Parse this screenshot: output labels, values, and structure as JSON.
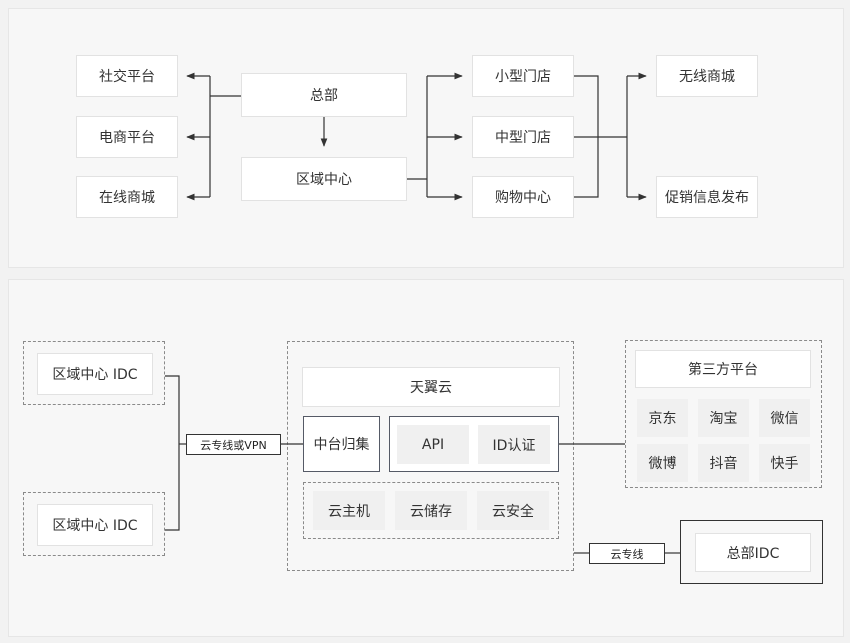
{
  "org": {
    "left": [
      "社交平台",
      "电商平台",
      "在线商城"
    ],
    "hq": "总部",
    "region": "区域中心",
    "stores": [
      "小型门店",
      "中型门店",
      "购物中心"
    ],
    "right": [
      "无线商城",
      "促销信息发布"
    ]
  },
  "cloud": {
    "idc_top": "区域中心 IDC",
    "idc_bottom": "区域中心 IDC",
    "link_vpn": "云专线或VPN",
    "cloud_title": "天翼云",
    "middle_platform": "中台归集",
    "api": "API",
    "id_auth": "ID认证",
    "services": [
      "云主机",
      "云储存",
      "云安全"
    ],
    "third_party_title": "第三方平台",
    "third_party": [
      "京东",
      "淘宝",
      "微信",
      "微博",
      "抖音",
      "快手"
    ],
    "link_dedicated": "云专线",
    "hq_idc": "总部IDC"
  }
}
